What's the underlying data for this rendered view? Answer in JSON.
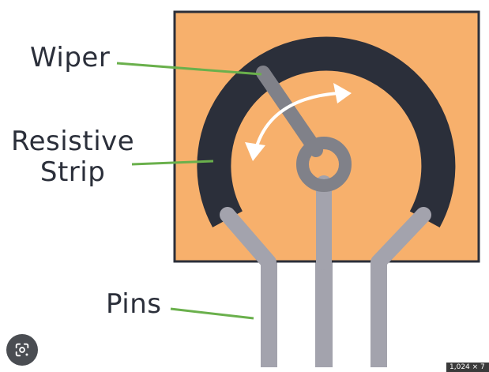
{
  "labels": {
    "wiper": "Wiper",
    "strip_line1": "Resistive",
    "strip_line2": "Strip",
    "pins": "Pins"
  },
  "badge": {
    "size_text": "1,024 × 7"
  },
  "colors": {
    "body_fill": "#f7b06c",
    "body_border": "#2b2f3a",
    "strip": "#2b2f3a",
    "wiper": "#808189",
    "pins": "#a3a3ad",
    "leader_lines": "#6ab04c",
    "arrow": "#ffffff"
  },
  "icons": {
    "lens": "google-lens-icon"
  }
}
